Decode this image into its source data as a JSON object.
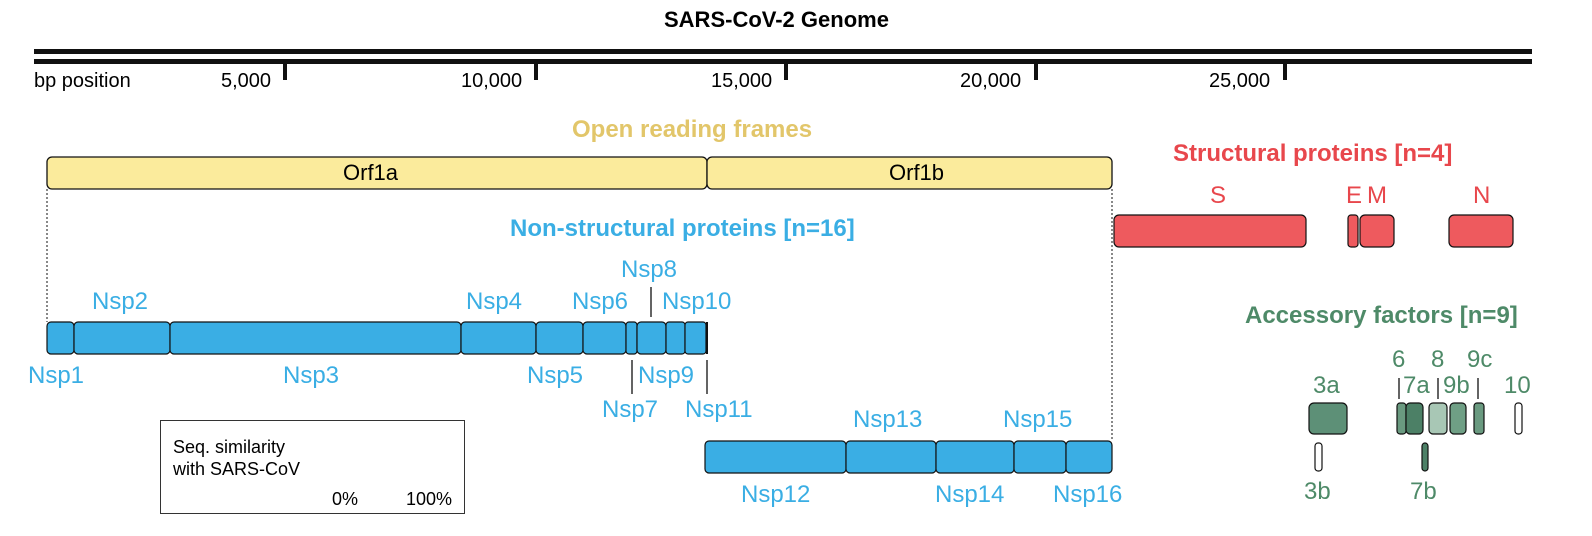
{
  "title": "SARS-CoV-2 Genome",
  "axis": {
    "label": "bp position",
    "ticks": [
      "5,000",
      "10,000",
      "15,000",
      "20,000",
      "25,000"
    ]
  },
  "colors": {
    "orf": "#fbeb9c",
    "orf_text": "#e2c66a",
    "nsp": "#3aaee4",
    "structural": "#e8474c",
    "accessory": "#4e8a68"
  },
  "orf": {
    "heading": "Open reading frames",
    "frames": [
      "Orf1a",
      "Orf1b"
    ]
  },
  "nsp": {
    "heading": "Non-structural proteins [n=16]",
    "labels": {
      "nsp1": "Nsp1",
      "nsp2": "Nsp2",
      "nsp3": "Nsp3",
      "nsp4": "Nsp4",
      "nsp5": "Nsp5",
      "nsp6": "Nsp6",
      "nsp7": "Nsp7",
      "nsp8": "Nsp8",
      "nsp9": "Nsp9",
      "nsp10": "Nsp10",
      "nsp11": "Nsp11",
      "nsp12": "Nsp12",
      "nsp13": "Nsp13",
      "nsp14": "Nsp14",
      "nsp15": "Nsp15",
      "nsp16": "Nsp16"
    }
  },
  "structural": {
    "heading": "Structural proteins [n=4]",
    "labels": {
      "s": "S",
      "e": "E",
      "m": "M",
      "n": "N"
    }
  },
  "accessory": {
    "heading": "Accessory factors [n=9]",
    "labels": {
      "a3a": "3a",
      "a3b": "3b",
      "a6": "6",
      "a7a": "7a",
      "a7b": "7b",
      "a8": "8",
      "a9b": "9b",
      "a9c": "9c",
      "a10": "10"
    }
  },
  "legend": {
    "line1": "Seq. similarity",
    "line2": "with SARS-CoV",
    "min": "0%",
    "max": "100%"
  }
}
